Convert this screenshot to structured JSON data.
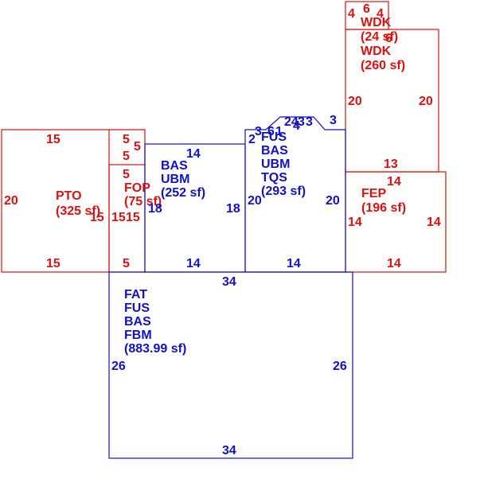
{
  "colors": {
    "red": "#dd1111",
    "blue": "#1111cc"
  },
  "areas": {
    "pto": {
      "code": "PTO",
      "sf": "(325 sf)"
    },
    "fop": {
      "code": "FOP",
      "sf": "(75 sf)"
    },
    "bas_ubm": {
      "codes": [
        "BAS",
        "UBM"
      ],
      "sf": "(252 sf)"
    },
    "fus_tqs": {
      "codes": [
        "FUS",
        "BAS",
        "UBM",
        "TQS"
      ],
      "sf": "(293 sf)"
    },
    "wdk_small": {
      "code": "WDK",
      "sf": "(24 sf)"
    },
    "wdk_large": {
      "code": "WDK",
      "sf": "(260 sf)"
    },
    "fep": {
      "code": "FEP",
      "sf": "(196 sf)"
    },
    "fat": {
      "codes": [
        "FAT",
        "FUS",
        "BAS",
        "FBM"
      ],
      "sf": "(883.99 sf)"
    }
  },
  "dims": {
    "pto_top": "15",
    "pto_left": "20",
    "pto_bottom": "15",
    "pto_right": "15",
    "fop_top": "5",
    "fop_right_upper": "5",
    "fop_right_mid": "5",
    "fop_left": "15",
    "fop_right": "15",
    "fop_bottom": "5",
    "bas_top": "14",
    "bas_left": "18",
    "bas_right": "18",
    "bas_bottom": "14",
    "fus_small_a": "3",
    "fus_small_b": "6",
    "fus_small_c": "1",
    "fus_small_d": "2",
    "fus_small_e": "24",
    "fus_small_f": "4",
    "fus_small_g": "3",
    "fus_small_h": "3",
    "fus_small_i": "3",
    "fus_left": "20",
    "fus_right": "20",
    "fus_bottom": "14",
    "wdk_small_left": "4",
    "wdk_small_top": "6",
    "wdk_small_right": "4",
    "wdk_small_bottom": "6",
    "wdk_left": "20",
    "wdk_right": "20",
    "wdk_bottom": "13",
    "fep_top": "14",
    "fep_left": "14",
    "fep_right": "14",
    "fep_bottom": "14",
    "fat_top": "34",
    "fat_left": "26",
    "fat_right": "26",
    "fat_bottom": "34"
  }
}
